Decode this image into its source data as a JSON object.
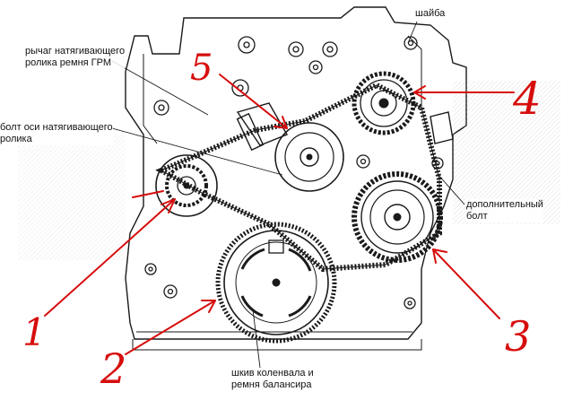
{
  "labels": {
    "tensioner_lever": "рычаг натягивающего\nролика ремня ГРМ",
    "tensioner_bolt": "болт оси натягивающего\nролика",
    "washer": "шайба",
    "extra_bolt": "дополнительный\nболт",
    "crank_pulley": "шкив коленвала и\nремня балансира"
  },
  "markers": {
    "m1": "1",
    "m2": "2",
    "m3": "3",
    "m4": "4",
    "m5": "5"
  },
  "colors": {
    "line_art": "#1a1a1a",
    "annotation": "#d60d0d"
  }
}
